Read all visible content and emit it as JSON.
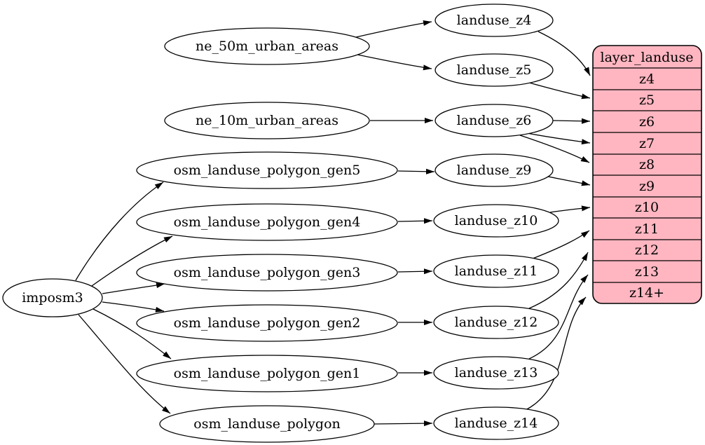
{
  "colors": {
    "background": "#ffffff",
    "node_fill": "#ffffff",
    "table_fill": "#ffb6c1",
    "line": "#000000",
    "text": "#000000"
  },
  "nodes": {
    "imposm3": {
      "label": "imposm3",
      "shape": "ellipse"
    },
    "ne_50m_urban_areas": {
      "label": "ne_50m_urban_areas",
      "shape": "ellipse"
    },
    "ne_10m_urban_areas": {
      "label": "ne_10m_urban_areas",
      "shape": "ellipse"
    },
    "osm_landuse_polygon_gen5": {
      "label": "osm_landuse_polygon_gen5",
      "shape": "ellipse"
    },
    "osm_landuse_polygon_gen4": {
      "label": "osm_landuse_polygon_gen4",
      "shape": "ellipse"
    },
    "osm_landuse_polygon_gen3": {
      "label": "osm_landuse_polygon_gen3",
      "shape": "ellipse"
    },
    "osm_landuse_polygon_gen2": {
      "label": "osm_landuse_polygon_gen2",
      "shape": "ellipse"
    },
    "osm_landuse_polygon_gen1": {
      "label": "osm_landuse_polygon_gen1",
      "shape": "ellipse"
    },
    "osm_landuse_polygon": {
      "label": "osm_landuse_polygon",
      "shape": "ellipse"
    },
    "landuse_z4": {
      "label": "landuse_z4",
      "shape": "ellipse"
    },
    "landuse_z5": {
      "label": "landuse_z5",
      "shape": "ellipse"
    },
    "landuse_z6": {
      "label": "landuse_z6",
      "shape": "ellipse"
    },
    "landuse_z9": {
      "label": "landuse_z9",
      "shape": "ellipse"
    },
    "landuse_z10": {
      "label": "landuse_z10",
      "shape": "ellipse"
    },
    "landuse_z11": {
      "label": "landuse_z11",
      "shape": "ellipse"
    },
    "landuse_z12": {
      "label": "landuse_z12",
      "shape": "ellipse"
    },
    "landuse_z13": {
      "label": "landuse_z13",
      "shape": "ellipse"
    },
    "landuse_z14": {
      "label": "landuse_z14",
      "shape": "ellipse"
    }
  },
  "table": {
    "title": "layer_landuse",
    "rows": [
      "z4",
      "z5",
      "z6",
      "z7",
      "z8",
      "z9",
      "z10",
      "z11",
      "z12",
      "z13",
      "z14+"
    ]
  },
  "edges": [
    {
      "from": "ne_50m_urban_areas",
      "to": "landuse_z4"
    },
    {
      "from": "ne_50m_urban_areas",
      "to": "landuse_z5"
    },
    {
      "from": "ne_10m_urban_areas",
      "to": "landuse_z6"
    },
    {
      "from": "imposm3",
      "to": "osm_landuse_polygon_gen5"
    },
    {
      "from": "imposm3",
      "to": "osm_landuse_polygon_gen4"
    },
    {
      "from": "imposm3",
      "to": "osm_landuse_polygon_gen3"
    },
    {
      "from": "imposm3",
      "to": "osm_landuse_polygon_gen2"
    },
    {
      "from": "imposm3",
      "to": "osm_landuse_polygon_gen1"
    },
    {
      "from": "imposm3",
      "to": "osm_landuse_polygon"
    },
    {
      "from": "osm_landuse_polygon_gen5",
      "to": "landuse_z9"
    },
    {
      "from": "osm_landuse_polygon_gen4",
      "to": "landuse_z10"
    },
    {
      "from": "osm_landuse_polygon_gen3",
      "to": "landuse_z11"
    },
    {
      "from": "osm_landuse_polygon_gen2",
      "to": "landuse_z12"
    },
    {
      "from": "osm_landuse_polygon_gen1",
      "to": "landuse_z13"
    },
    {
      "from": "osm_landuse_polygon",
      "to": "landuse_z14"
    },
    {
      "from": "landuse_z4",
      "to": "layer_landuse",
      "row": "z4"
    },
    {
      "from": "landuse_z5",
      "to": "layer_landuse",
      "row": "z5"
    },
    {
      "from": "landuse_z6",
      "to": "layer_landuse",
      "row": "z6"
    },
    {
      "from": "landuse_z6",
      "to": "layer_landuse",
      "row": "z7"
    },
    {
      "from": "landuse_z6",
      "to": "layer_landuse",
      "row": "z8"
    },
    {
      "from": "landuse_z9",
      "to": "layer_landuse",
      "row": "z9"
    },
    {
      "from": "landuse_z10",
      "to": "layer_landuse",
      "row": "z10"
    },
    {
      "from": "landuse_z11",
      "to": "layer_landuse",
      "row": "z11"
    },
    {
      "from": "landuse_z12",
      "to": "layer_landuse",
      "row": "z12"
    },
    {
      "from": "landuse_z13",
      "to": "layer_landuse",
      "row": "z13"
    },
    {
      "from": "landuse_z14",
      "to": "layer_landuse",
      "row": "z14+"
    }
  ]
}
